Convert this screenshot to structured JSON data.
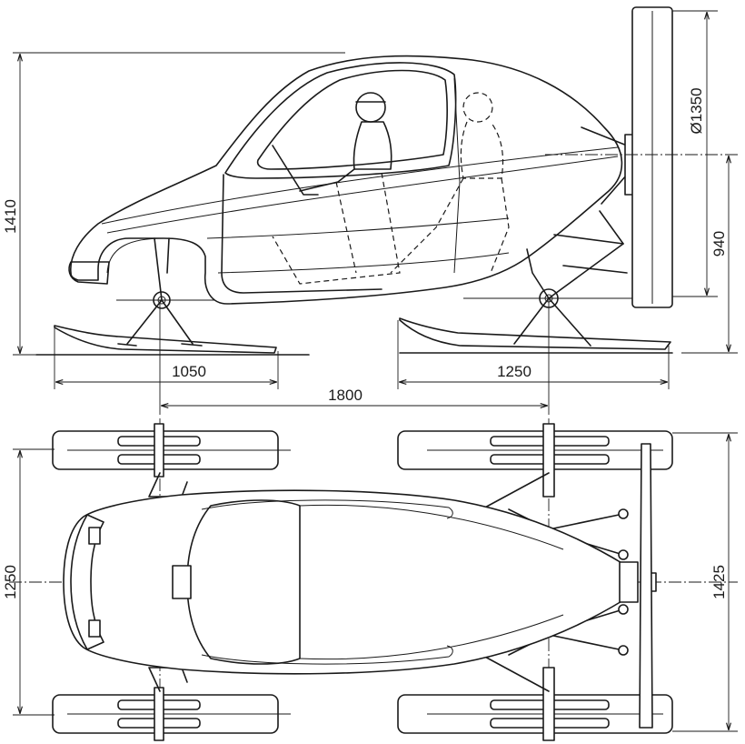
{
  "dimensions": {
    "height_overall": "1410",
    "front_ski_length": "1050",
    "rear_ski_length": "1250",
    "wheelbase": "1800",
    "propeller_diameter": "Ø1350",
    "propeller_axis_height": "940",
    "front_track": "1250",
    "rear_track": "1425"
  }
}
